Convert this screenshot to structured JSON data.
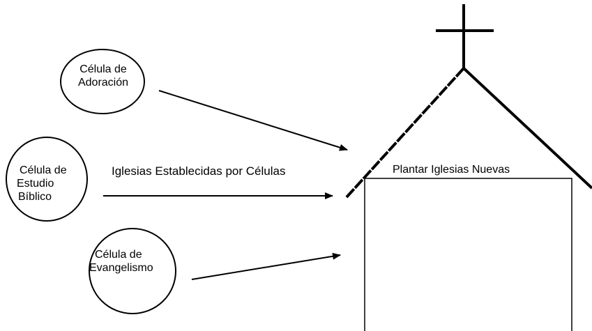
{
  "cells": [
    {
      "lines": [
        "Célula de",
        "Adoración"
      ]
    },
    {
      "lines": [
        "Célula de",
        "Estudio",
        "Bíblico"
      ]
    },
    {
      "lines": [
        "Célula de",
        "Evangelismo"
      ]
    }
  ],
  "middle_label": "Iglesias Establecidas por Células",
  "church_label": "Plantar Iglesias Nuevas"
}
